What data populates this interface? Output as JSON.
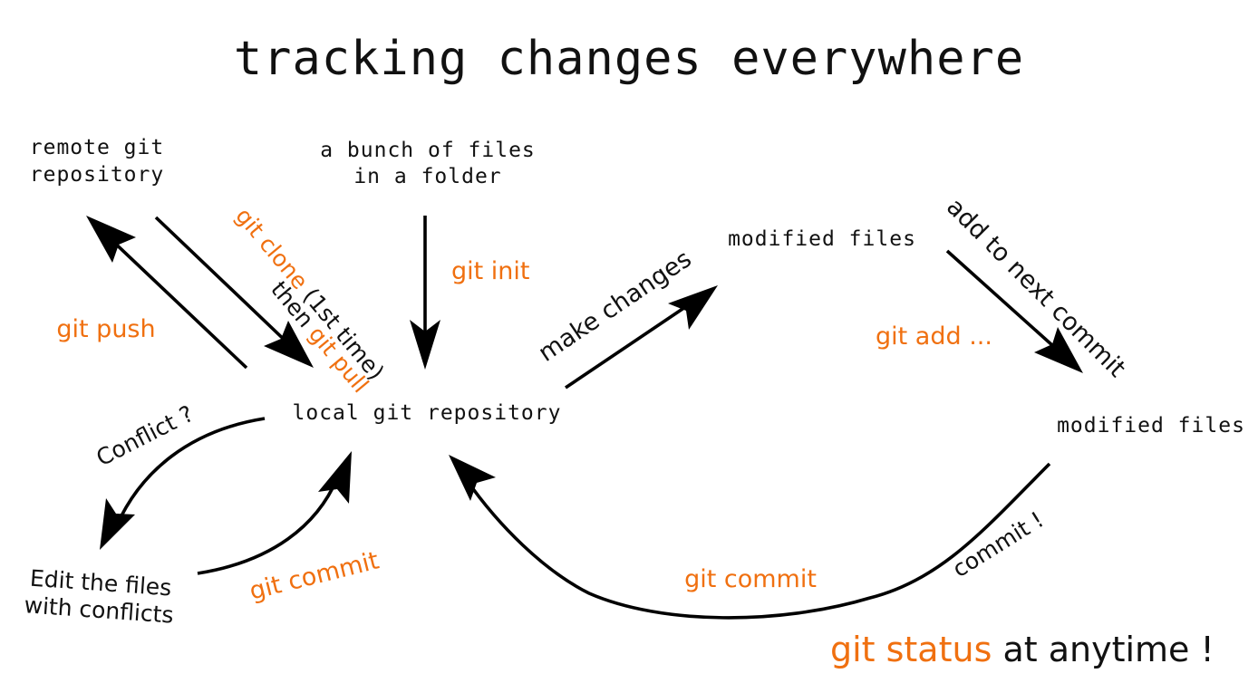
{
  "title": "tracking changes everywhere",
  "nodes": {
    "remote_line1": "remote git",
    "remote_line2": "repository",
    "files_line1": "a bunch of files",
    "files_line2": "in a folder",
    "local": "local git repository",
    "modified1": "modified files",
    "modified2": "modified files",
    "edit_line1": "Edit the files",
    "edit_line2": "with conflicts"
  },
  "labels": {
    "git_push": "git push",
    "git_clone": "git clone",
    "first_time": " (1st time)",
    "then": "then ",
    "git_pull": "git pull",
    "git_init": "git init",
    "make_changes": "make changes",
    "add_to_next_commit": "add to next commit",
    "git_add": "git add ...",
    "conflict": "Conflict ?",
    "git_commit_left": "git commit",
    "git_commit_bottom": "git commit",
    "commit_excl": "commit !",
    "status_cmd": "git status",
    "status_rest": " at anytime !"
  },
  "colors": {
    "command": "#f07010",
    "text": "#111111",
    "arrow": "#000000",
    "background": "#ffffff"
  }
}
